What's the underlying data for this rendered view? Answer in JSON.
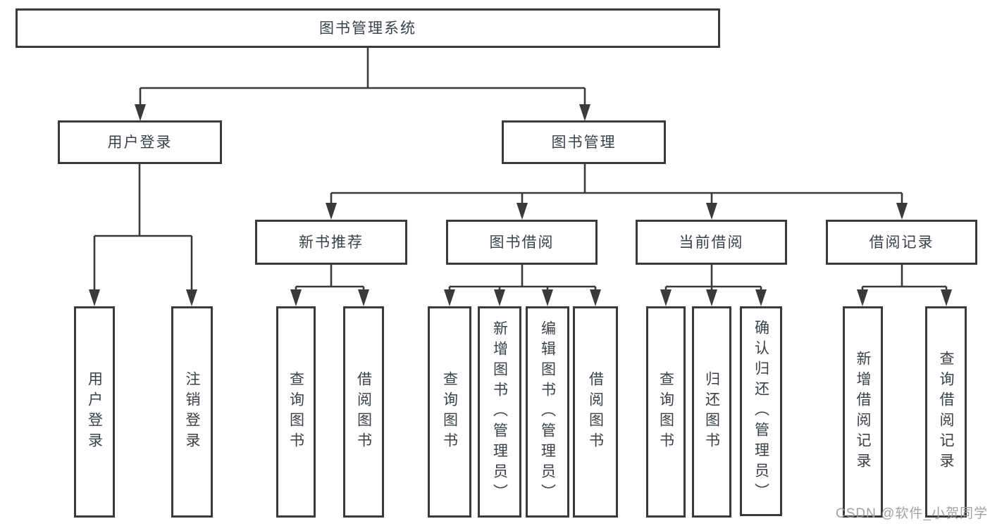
{
  "tree": {
    "root": "图书管理系统",
    "branches": [
      {
        "label": "用户登录",
        "children": [
          "用户登录",
          "注销登录"
        ]
      },
      {
        "label": "图书管理",
        "sections": [
          {
            "label": "新书推荐",
            "children": [
              "查询图书",
              "借阅图书"
            ]
          },
          {
            "label": "图书借阅",
            "children": [
              "查询图书",
              "新增图书（管理员）",
              "编辑图书（管理员）",
              "借阅图书"
            ]
          },
          {
            "label": "当前借阅",
            "children": [
              "查询图书",
              "归还图书",
              "确认归还（管理员）"
            ]
          },
          {
            "label": "借阅记录",
            "children": [
              "新增借阅记录",
              "查询借阅记录"
            ]
          }
        ]
      }
    ]
  },
  "watermark": "CSDN @软件_小贺同学",
  "colors": {
    "line": "#3a3a3a",
    "text": "#3b4049",
    "watermark": "#9b9b9b",
    "background": "#ffffff"
  }
}
